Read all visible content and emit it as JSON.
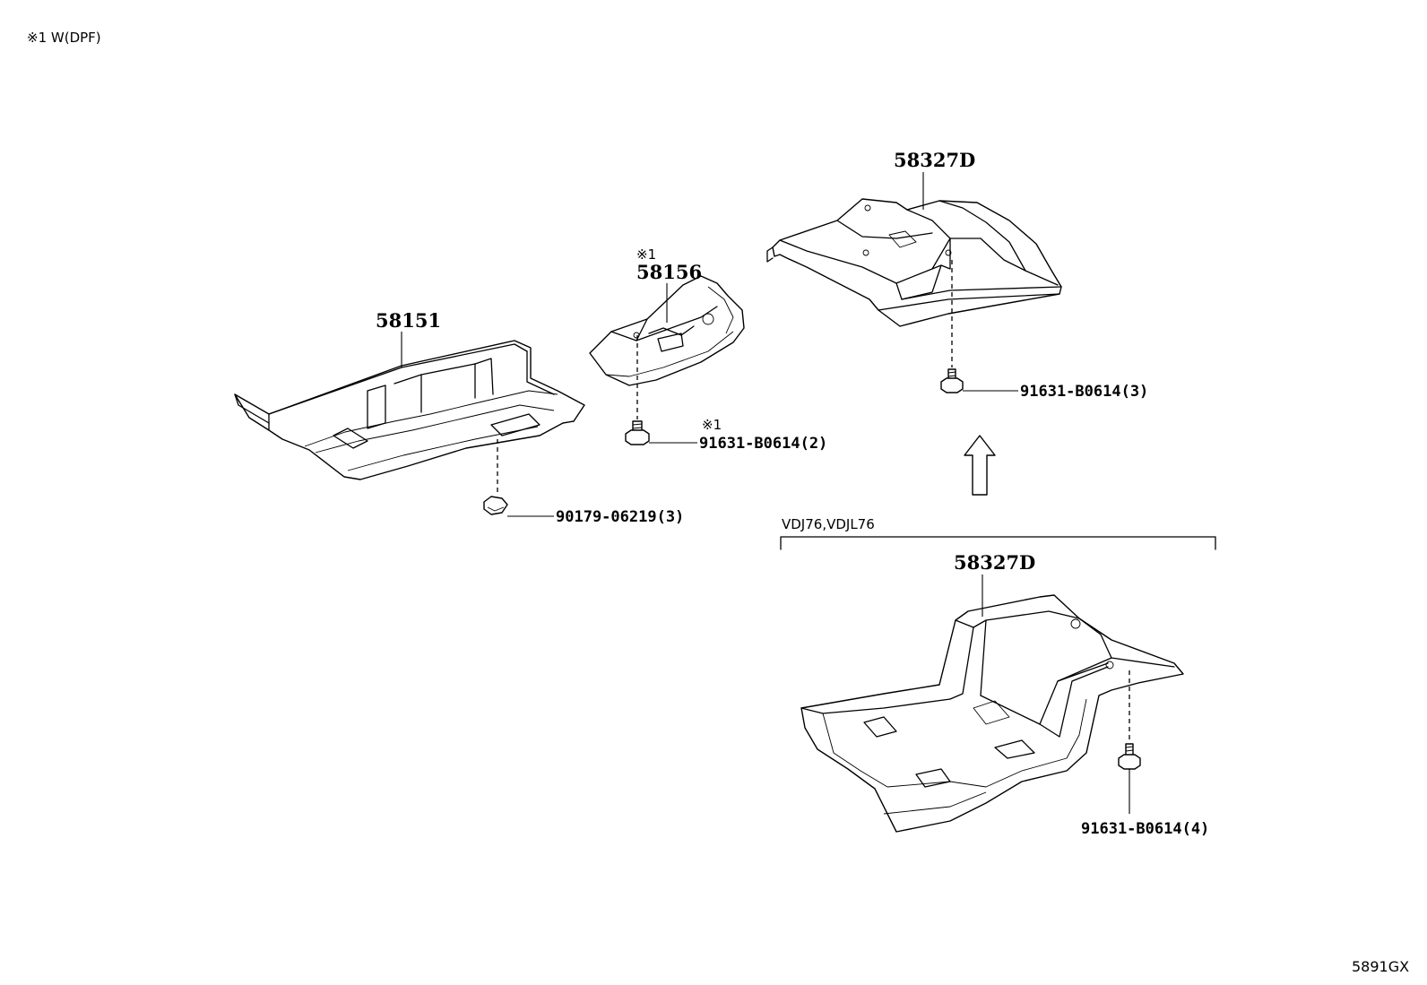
{
  "note": "※1 W(DPF)",
  "parts": {
    "p58151": "58151",
    "p58156_mark": "※1",
    "p58156": "58156",
    "p58327d_top": "58327D",
    "p58327d_bottom": "58327D"
  },
  "fasteners": {
    "f90179": "90179-06219(3)",
    "f91631_2_mark": "※1",
    "f91631_2": "91631-B0614(2)",
    "f91631_3": "91631-B0614(3)",
    "f91631_4": "91631-B0614(4)"
  },
  "group_label": "VDJ76,VDJL76",
  "diagram_code": "5891GX"
}
